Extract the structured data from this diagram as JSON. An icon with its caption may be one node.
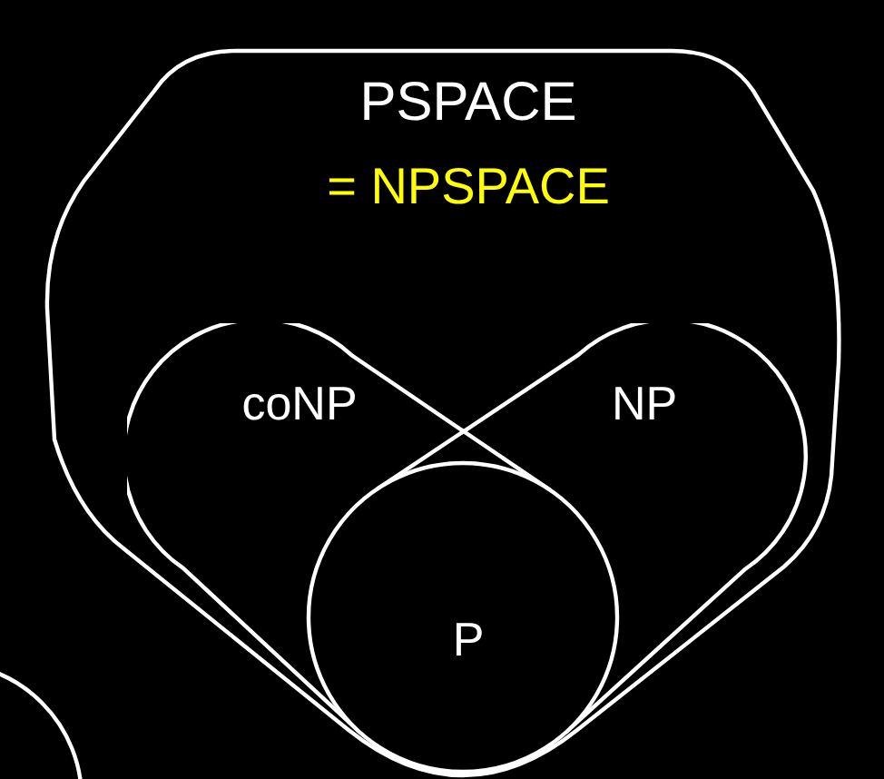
{
  "diagram": {
    "nodes": [
      {
        "text": [
          "PSPACE",
          "= NPSPACE"
        ]
      },
      {
        "text": [
          "coNP"
        ],
        "in": 0
      },
      {
        "text": [
          "NP"
        ],
        "in": 0
      },
      {
        "text": [
          "P"
        ],
        "in": 0
      },
      {
        "text": [],
        "shape": "circle"
      }
    ]
  }
}
